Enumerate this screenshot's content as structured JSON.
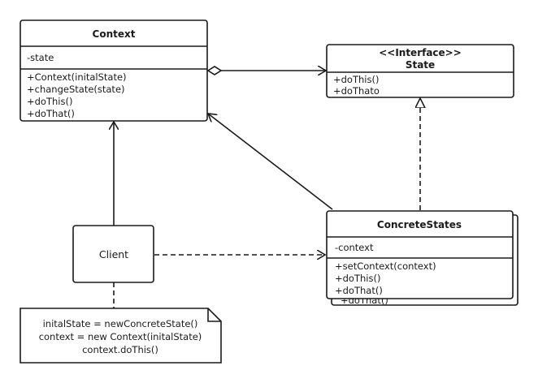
{
  "context_class": {
    "name": "Context",
    "attributes": [
      "-state"
    ],
    "methods": [
      "+Context(initalState)",
      "+changeState(state)",
      "+doThis()",
      "+doThat()"
    ]
  },
  "state_interface": {
    "stereotype": "<<Interface>>",
    "name": "State",
    "methods": [
      "+doThis()",
      "+doThato"
    ]
  },
  "concrete_states": {
    "name": "ConcreteStates",
    "attributes": [
      "-context"
    ],
    "methods": [
      "+setContext(context)",
      "+doThis()",
      "+doThat()"
    ],
    "shadow_text": "+doThat()"
  },
  "client": {
    "name": "Client"
  },
  "note": {
    "lines": [
      "initalState = newConcreteState()",
      "context = new Context(initalState)",
      "context.doThis()"
    ]
  }
}
